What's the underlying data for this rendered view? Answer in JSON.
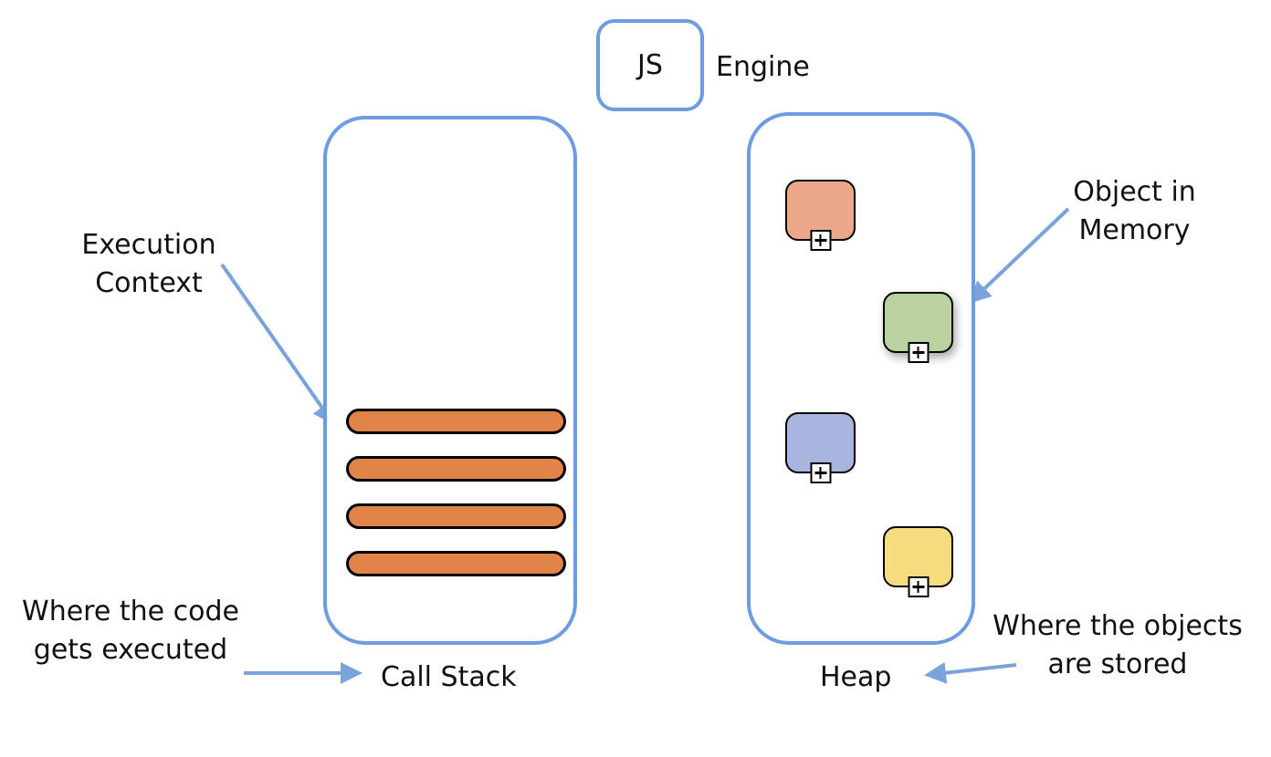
{
  "colors": {
    "accent_blue": "#6D9CE0",
    "arrow_blue": "#7AA3DC",
    "bar_orange": "#E08449"
  },
  "engine": {
    "box_label": "JS",
    "title": "Engine"
  },
  "call_stack": {
    "label": "Call Stack",
    "bar_count": 4,
    "bar_color": "#E08449",
    "annotations": {
      "execution_context": "Execution Context",
      "where_executed": "Where the code gets executed"
    }
  },
  "heap": {
    "label": "Heap",
    "objects": [
      {
        "name": "heap-object-salmon",
        "color": "#ECA98A",
        "icon": "plus-icon",
        "shadow": false
      },
      {
        "name": "heap-object-green",
        "color": "#B9D2A0",
        "icon": "plus-icon",
        "shadow": true
      },
      {
        "name": "heap-object-blue",
        "color": "#A8B6DD",
        "icon": "plus-icon",
        "shadow": false
      },
      {
        "name": "heap-object-yellow",
        "color": "#F7DC80",
        "icon": "plus-icon",
        "shadow": false
      }
    ],
    "annotations": {
      "object_in_memory": "Object in Memory",
      "where_stored": "Where the objects are stored"
    }
  }
}
